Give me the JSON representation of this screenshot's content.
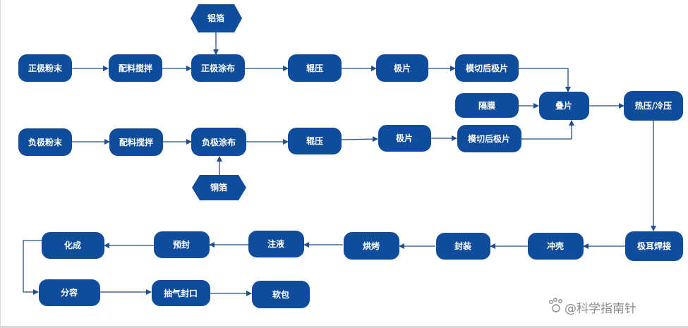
{
  "colors": {
    "node_fill": "#0f4c9b",
    "arrow": "#1f4f8c",
    "watermark": "#8a8a8a"
  },
  "nodes": {
    "pos_powder": "正极粉末",
    "pos_mix": "配料搅拌",
    "pos_coat": "正极涂布",
    "al_foil": "铝箔",
    "pos_roll": "辊压",
    "pos_sheet": "极片",
    "pos_die_cut": "模切后极片",
    "separator": "隔膜",
    "stack": "叠片",
    "hot_cold_press": "热压/冷压",
    "neg_powder": "负极粉末",
    "neg_mix": "配料搅拌",
    "neg_coat": "负极涂布",
    "cu_foil": "铜箔",
    "neg_roll": "辊压",
    "neg_sheet": "极片",
    "neg_die_cut": "模切后极片",
    "tab_weld": "极耳焊接",
    "punch_shell": "冲壳",
    "package": "封装",
    "bake": "烘烤",
    "inject": "注液",
    "pre_seal": "预封",
    "formation": "化成",
    "grading": "分容",
    "degas_seal": "抽气封口",
    "soft_pack": "软包"
  },
  "watermark": "@科学指南针"
}
